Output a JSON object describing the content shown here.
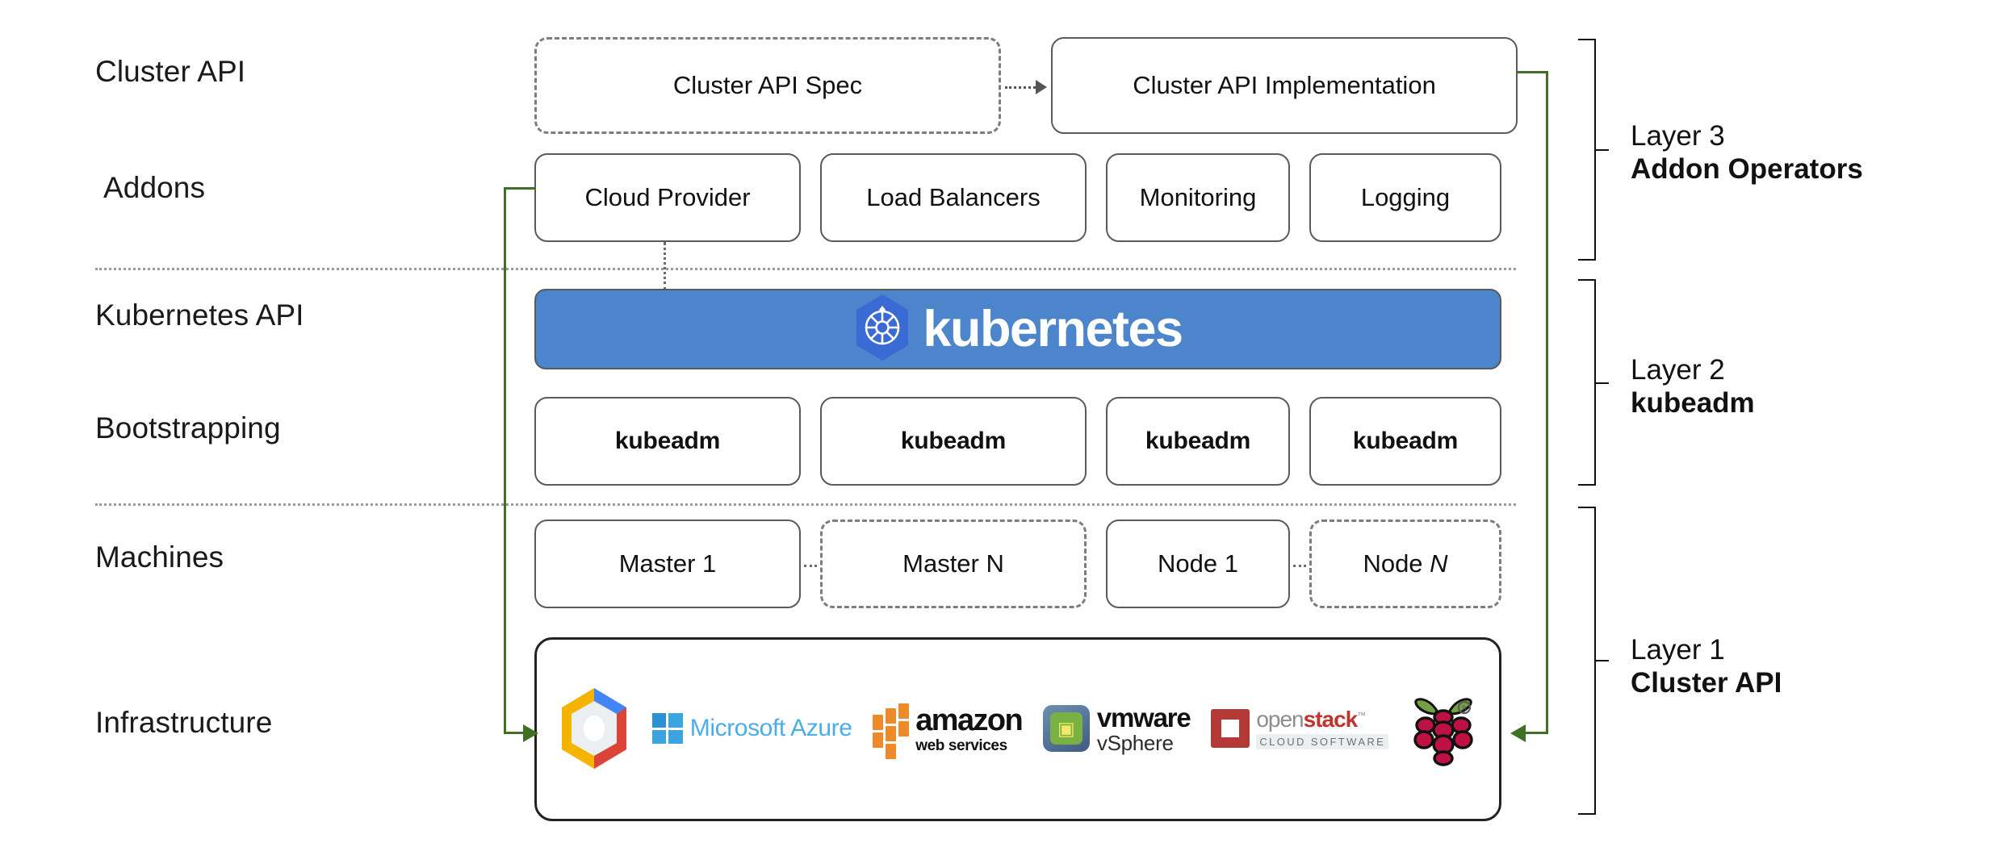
{
  "diagram": {
    "title": "Kubernetes Cluster API Layered Architecture",
    "accent_green": "#3f7023",
    "kubernetes_blue": "#4c85cc",
    "box_border": "#5a5a5a"
  },
  "row_labels": [
    {
      "id": "cluster-api",
      "text": "Cluster API"
    },
    {
      "id": "addons",
      "text": "Addons"
    },
    {
      "id": "kubernetes-api",
      "text": "Kubernetes API"
    },
    {
      "id": "bootstrapping",
      "text": "Bootstrapping"
    },
    {
      "id": "machines",
      "text": "Machines"
    },
    {
      "id": "infrastructure",
      "text": "Infrastructure"
    }
  ],
  "cluster_api_row": {
    "spec_box": "Cluster API Spec",
    "impl_box": "Cluster API Implementation"
  },
  "addons_row": {
    "boxes": [
      "Cloud Provider",
      "Load Balancers",
      "Monitoring",
      "Logging"
    ]
  },
  "kubernetes_banner": {
    "wordmark": "kubernetes",
    "logo_name": "kubernetes-helm-wheel-icon"
  },
  "bootstrapping_row": {
    "boxes": [
      "kubeadm",
      "kubeadm",
      "kubeadm",
      "kubeadm"
    ]
  },
  "machines_row": {
    "boxes": [
      {
        "label": "Master 1",
        "style": "solid",
        "italic_suffix": ""
      },
      {
        "label": "Master N",
        "style": "dashed",
        "italic_suffix": ""
      },
      {
        "label": "Node 1",
        "style": "solid",
        "italic_suffix": ""
      },
      {
        "label": "Node ",
        "style": "dashed",
        "italic_suffix": "N"
      }
    ]
  },
  "infrastructure_row": {
    "providers": [
      {
        "name": "google-cloud-platform",
        "label": ""
      },
      {
        "name": "microsoft-azure",
        "label": "Microsoft Azure"
      },
      {
        "name": "amazon-web-services",
        "label": "amazon",
        "sublabel": "web services"
      },
      {
        "name": "vmware-vsphere",
        "label": "vmware",
        "sublabel": "vSphere"
      },
      {
        "name": "openstack",
        "label_a": "open",
        "label_b": "stack",
        "sublabel": "CLOUD SOFTWARE"
      },
      {
        "name": "raspberry-pi",
        "label": ""
      }
    ]
  },
  "layers": [
    {
      "id": "layer-3",
      "name": "Layer 3",
      "subject": "Addon Operators"
    },
    {
      "id": "layer-2",
      "name": "Layer 2",
      "subject": "kubeadm"
    },
    {
      "id": "layer-1",
      "name": "Layer 1",
      "subject": "Cluster API"
    }
  ]
}
